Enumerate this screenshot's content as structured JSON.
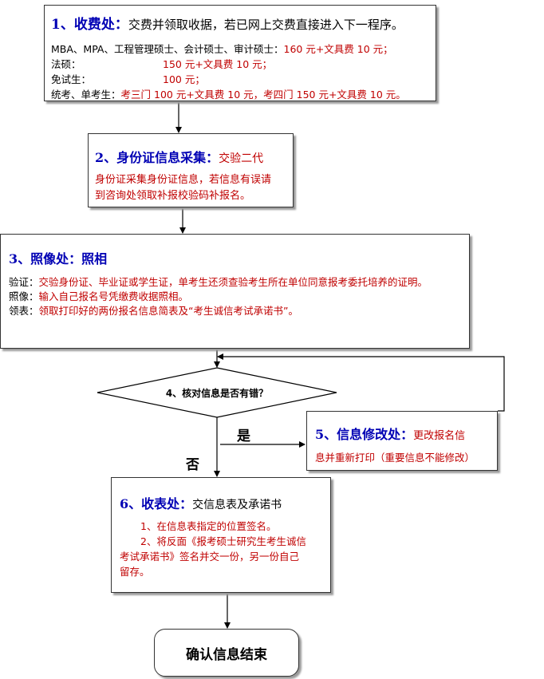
{
  "colors": {
    "title": "#0000b4",
    "detail": "#c00000",
    "line": "#000000",
    "shadow": "#9a9a9a"
  },
  "box1": {
    "title": "1、收费处：",
    "subtitle": "交费并领取收据，若已网上交费直接进入下一程序。",
    "rows": [
      {
        "label": "MBA、MPA、工程管理硕士、会计硕士、审计硕士：",
        "value": "160 元+文具费 10 元；"
      },
      {
        "label": "法硕：",
        "value": "150 元+文具费 10 元；"
      },
      {
        "label": "免试生：",
        "value": "100 元；"
      },
      {
        "label": "统考、单考生：",
        "value": "考三门 100 元+文具费 10 元，考四门 150 元+文具费 10 元。"
      }
    ]
  },
  "box2": {
    "title": "2、身份证信息采集：",
    "detail_line1": "交验二代",
    "detail_line2": "身份证采集身份证信息，若信息有误请",
    "detail_line3": "到咨询处领取补报校验码补报名。"
  },
  "box3": {
    "title": "3、照像处：照相",
    "rows": [
      {
        "label": "验证：",
        "value": "交验身份证、毕业证或学生证，单考生还须查验考生所在单位同意报考委托培养的证明。"
      },
      {
        "label": "照像：",
        "value": "输入自己报名号凭缴费收据照相。"
      },
      {
        "label": "领表：",
        "value": "领取打印好的两份报名信息简表及“考生诚信考试承诺书”。"
      }
    ]
  },
  "decision": {
    "text": "4、核对信息是否有错？"
  },
  "edge_labels": {
    "yes": "是",
    "no": "否"
  },
  "box5": {
    "title": "5、信息修改处：",
    "detail_line1": "更改报名信",
    "detail_line2": "息并重新打印（重要信息不能修改）"
  },
  "box6": {
    "title": "6、收表处：",
    "subtitle": "交信息表及承诺书",
    "item1": "1、在信息表指定的位置签名。",
    "item2_line1": "2、将反面《报考硕士研究生考生诚信",
    "item2_line2": "考试承诺书》签名并交一份，另一份自己",
    "item2_line3": "留存。"
  },
  "end": {
    "text": "确认信息结束"
  }
}
